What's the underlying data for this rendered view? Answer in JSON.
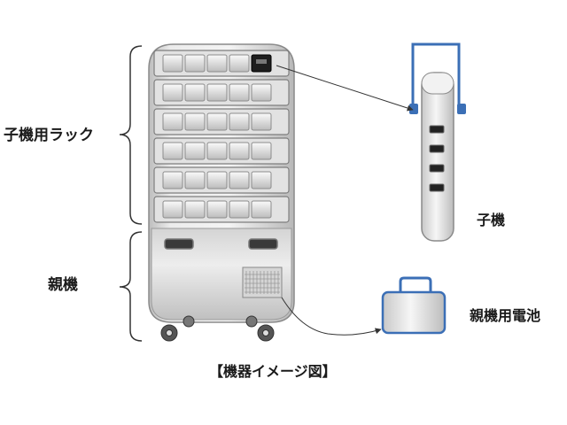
{
  "labels": {
    "rack": "子機用ラック",
    "parent_unit": "親機",
    "child_unit": "子機",
    "parent_battery": "親機用電池",
    "caption": "【機器イメージ図】"
  },
  "rack": {
    "rows": 6,
    "slots_per_row": 5,
    "highlighted_slot": {
      "row": 1,
      "col": 5
    }
  },
  "child_unit": {
    "ports": 4
  },
  "colors": {
    "body": "#e4e4e4",
    "outline": "#7a7a7a",
    "handle_blue": "#3b6fb6",
    "highlight_slot": "#1e1e1e",
    "arrow": "#333333"
  }
}
